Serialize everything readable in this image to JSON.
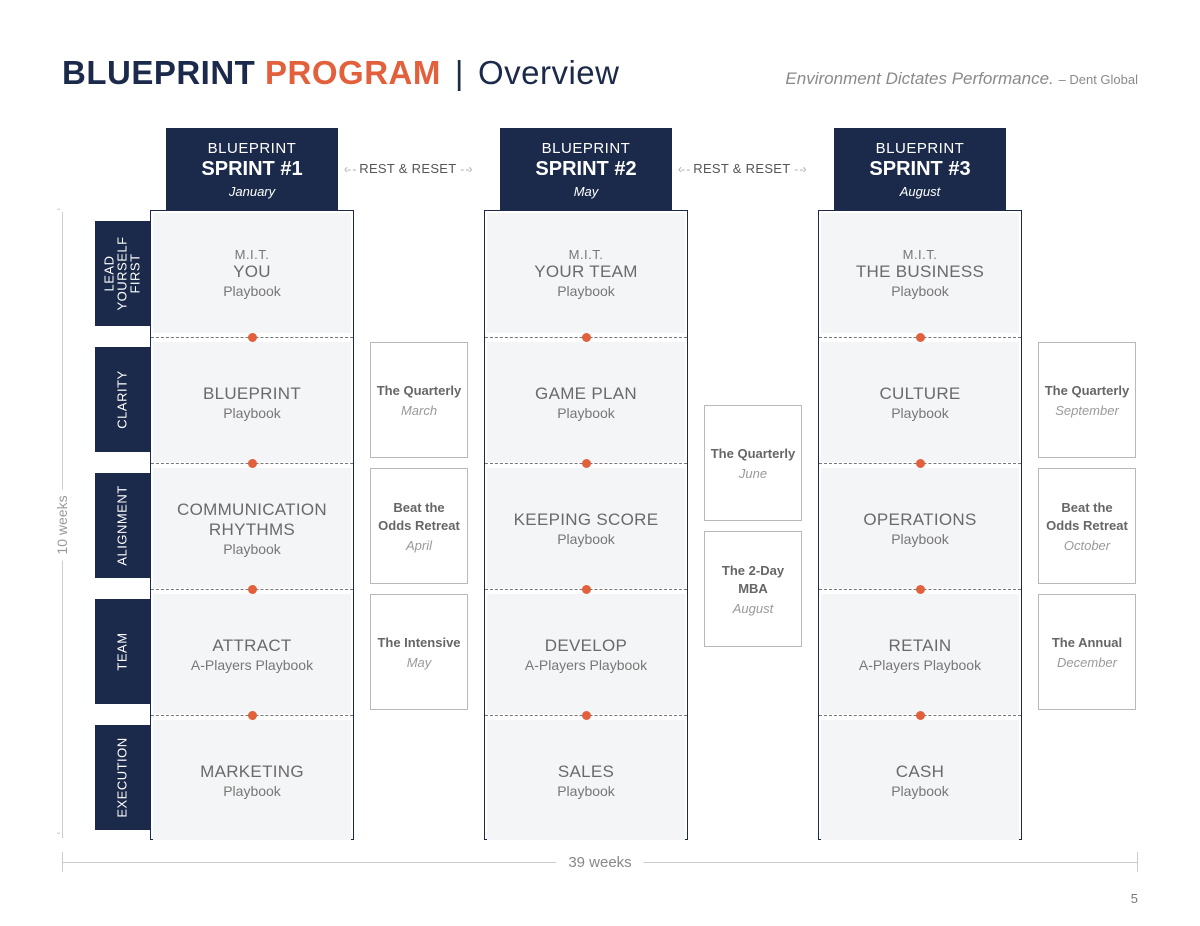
{
  "header": {
    "title_part1": "BLUEPRINT",
    "title_part2": "PROGRAM",
    "title_separator": "|",
    "title_part3": "Overview",
    "tagline": "Environment Dictates Performance.",
    "tagline_attribution": "– Dent Global"
  },
  "sprints": [
    {
      "line1": "BLUEPRINT",
      "line2": "SPRINT #1",
      "month": "January"
    },
    {
      "line1": "BLUEPRINT",
      "line2": "SPRINT #2",
      "month": "May"
    },
    {
      "line1": "BLUEPRINT",
      "line2": "SPRINT #3",
      "month": "August"
    }
  ],
  "rest_label": "REST & RESET",
  "rows": [
    {
      "line1": "LEAD",
      "line2": "YOURSELF",
      "line3": "FIRST"
    },
    {
      "line1": "CLARITY"
    },
    {
      "line1": "ALIGNMENT"
    },
    {
      "line1": "TEAM"
    },
    {
      "line1": "EXECUTION"
    }
  ],
  "columns": [
    [
      {
        "pre": "M.I.T.",
        "title": "YOU",
        "sub": "Playbook"
      },
      {
        "title": "BLUEPRINT",
        "sub": "Playbook"
      },
      {
        "title": "COMMUNICATION",
        "title2": "RHYTHMS",
        "sub": "Playbook"
      },
      {
        "title": "ATTRACT",
        "sub": "A-Players Playbook"
      },
      {
        "title": "MARKETING",
        "sub": "Playbook"
      }
    ],
    [
      {
        "pre": "M.I.T.",
        "title": "YOUR TEAM",
        "sub": "Playbook"
      },
      {
        "title": "GAME PLAN",
        "sub": "Playbook"
      },
      {
        "title": "KEEPING SCORE",
        "sub": "Playbook"
      },
      {
        "title": "DEVELOP",
        "sub": "A-Players Playbook"
      },
      {
        "title": "SALES",
        "sub": "Playbook"
      }
    ],
    [
      {
        "pre": "M.I.T.",
        "title": "THE BUSINESS",
        "sub": "Playbook"
      },
      {
        "title": "CULTURE",
        "sub": "Playbook"
      },
      {
        "title": "OPERATIONS",
        "sub": "Playbook"
      },
      {
        "title": "RETAIN",
        "sub": "A-Players Playbook"
      },
      {
        "title": "CASH",
        "sub": "Playbook"
      }
    ]
  ],
  "events": {
    "gap1": [
      {
        "name": "The Quarterly",
        "month": "March"
      },
      {
        "name": "Beat the Odds Retreat",
        "month": "April"
      },
      {
        "name": "The Intensive",
        "month": "May"
      }
    ],
    "gap2": [
      {
        "name": "The Quarterly",
        "month": "June"
      },
      {
        "name": "The 2-Day MBA",
        "month": "August"
      }
    ],
    "gap3": [
      {
        "name": "The Quarterly",
        "month": "September"
      },
      {
        "name": "Beat the Odds Retreat",
        "month": "October"
      },
      {
        "name": "The Annual",
        "month": "December"
      }
    ]
  },
  "axes": {
    "vertical_label": "10 weeks",
    "horizontal_label": "39 weeks"
  },
  "page_number": "5",
  "colors": {
    "navy": "#1b2a4a",
    "accent": "#e2603b"
  }
}
